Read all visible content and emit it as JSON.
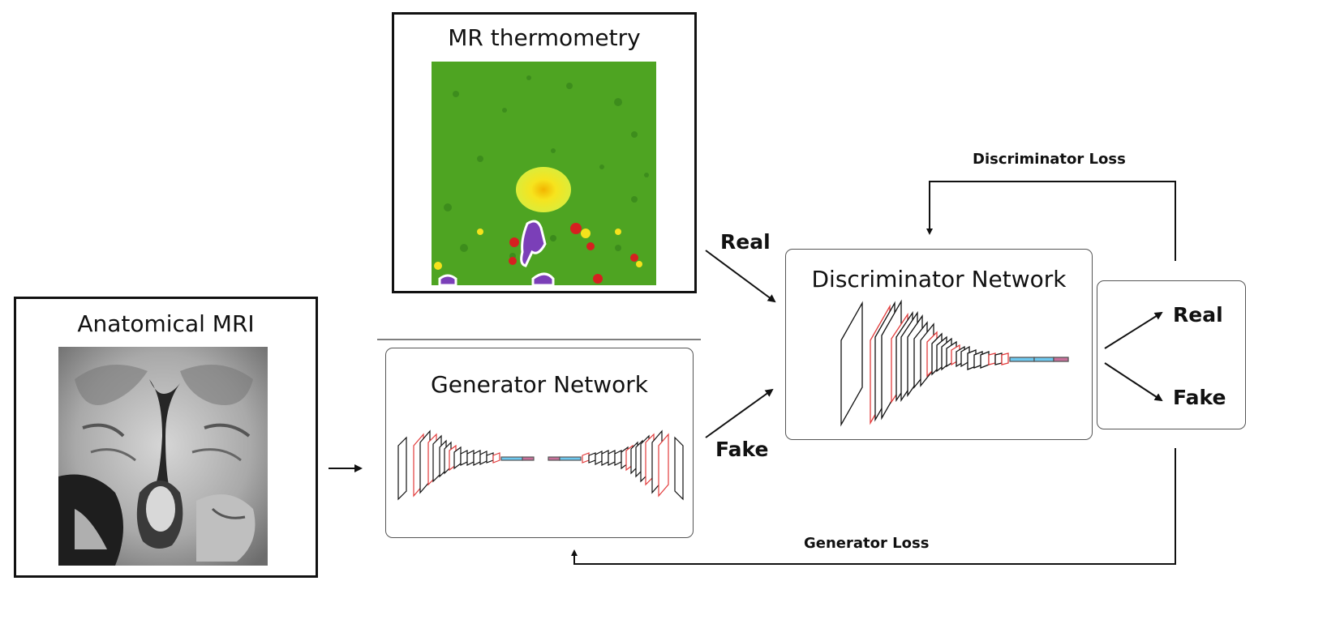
{
  "inputs": {
    "anatomical_mri": {
      "title": "Anatomical MRI",
      "image": "brain-mri-coronal-image"
    },
    "mr_thermometry": {
      "title": "MR thermometry",
      "image": "thermal-heatmap-image"
    }
  },
  "networks": {
    "generator": {
      "title": "Generator Network"
    },
    "discriminator": {
      "title": "Discriminator Network"
    }
  },
  "edge_labels": {
    "real": "Real",
    "fake": "Fake"
  },
  "outputs": {
    "real": "Real",
    "fake": "Fake"
  },
  "losses": {
    "discriminator": "Discriminator Loss",
    "generator": "Generator Loss"
  },
  "colors": {
    "stroke": "#111111",
    "layer_red": "#e23b3b",
    "layer_blue": "#6ec9f0",
    "layer_pink": "#c7709a",
    "heat_green": "#4ea422",
    "heat_yellow": "#f5e21c"
  }
}
